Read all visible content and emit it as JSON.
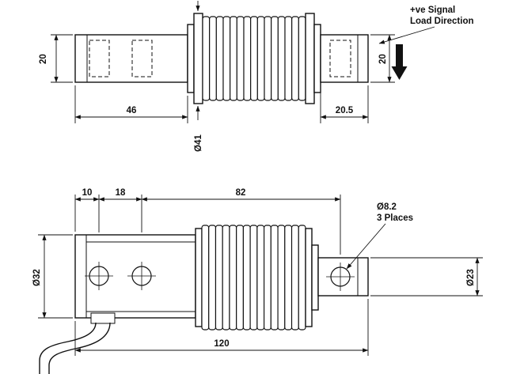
{
  "callouts": {
    "signal": {
      "line1": "+ve Signal",
      "line2": "Load Direction"
    },
    "holes": {
      "line1": "Ø8.2",
      "line2": "3 Places"
    }
  },
  "top_view": {
    "left_height": "20",
    "left_length": "46",
    "collar_diameter": "Ø41",
    "right_length": "20.5",
    "right_height": "20"
  },
  "front_view": {
    "edge_to_first_hole": "10",
    "hole_spacing": "18",
    "hole_to_end_hole": "82",
    "body_diameter": "Ø32",
    "end_diameter": "Ø23",
    "overall_length": "120"
  },
  "colors": {
    "line": "#111111",
    "background": "#ffffff"
  }
}
